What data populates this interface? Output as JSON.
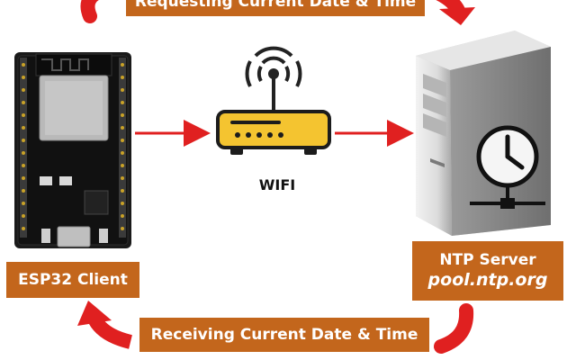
{
  "diagram": {
    "top_banner": "Requesting Current Date & Time",
    "bottom_banner": "Receiving Current Date & Time",
    "client_label": "ESP32 Client",
    "router_label": "WIFI",
    "server_label": "NTP Server",
    "server_url": "pool.ntp.org"
  },
  "colors": {
    "label_background": "#c3661c",
    "arrow_red": "#e02020",
    "router_yellow": "#f4c430"
  },
  "icons": [
    "esp32-board-icon",
    "wifi-router-icon",
    "server-tower-icon",
    "clock-icon"
  ]
}
